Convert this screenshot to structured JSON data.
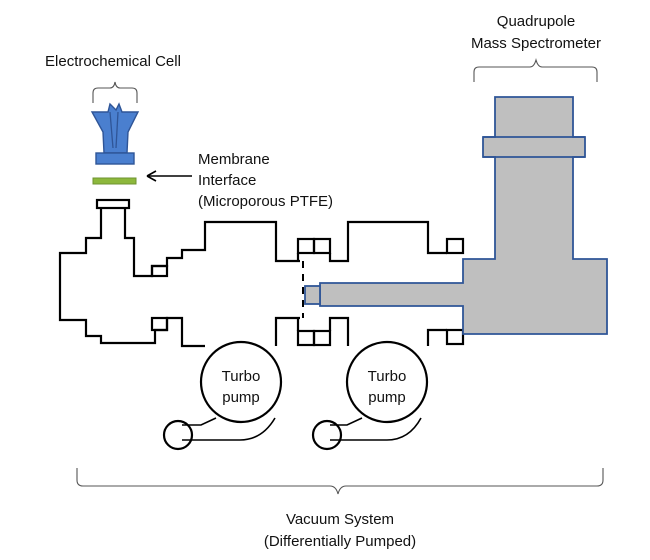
{
  "labels": {
    "electrochemical_cell": "Electrochemical Cell",
    "membrane_line1": "Membrane",
    "membrane_line2": "Interface",
    "membrane_line3": "(Microporous PTFE)",
    "qms_line1": "Quadrupole",
    "qms_line2": "Mass Spectrometer",
    "turbo1_line1": "Turbo",
    "turbo1_line2": "pump",
    "turbo2_line1": "Turbo",
    "turbo2_line2": "pump",
    "vacuum_line1": "Vacuum System",
    "vacuum_line2": "(Differentially Pumped)"
  },
  "colors": {
    "cell_fill": "#4a7fcf",
    "cell_stroke": "#2f5597",
    "membrane": "#8db83c",
    "spectrometer_fill": "#bfbfbf",
    "spectrometer_stroke": "#2f5597",
    "outline": "#000000",
    "brace": "#555555"
  }
}
